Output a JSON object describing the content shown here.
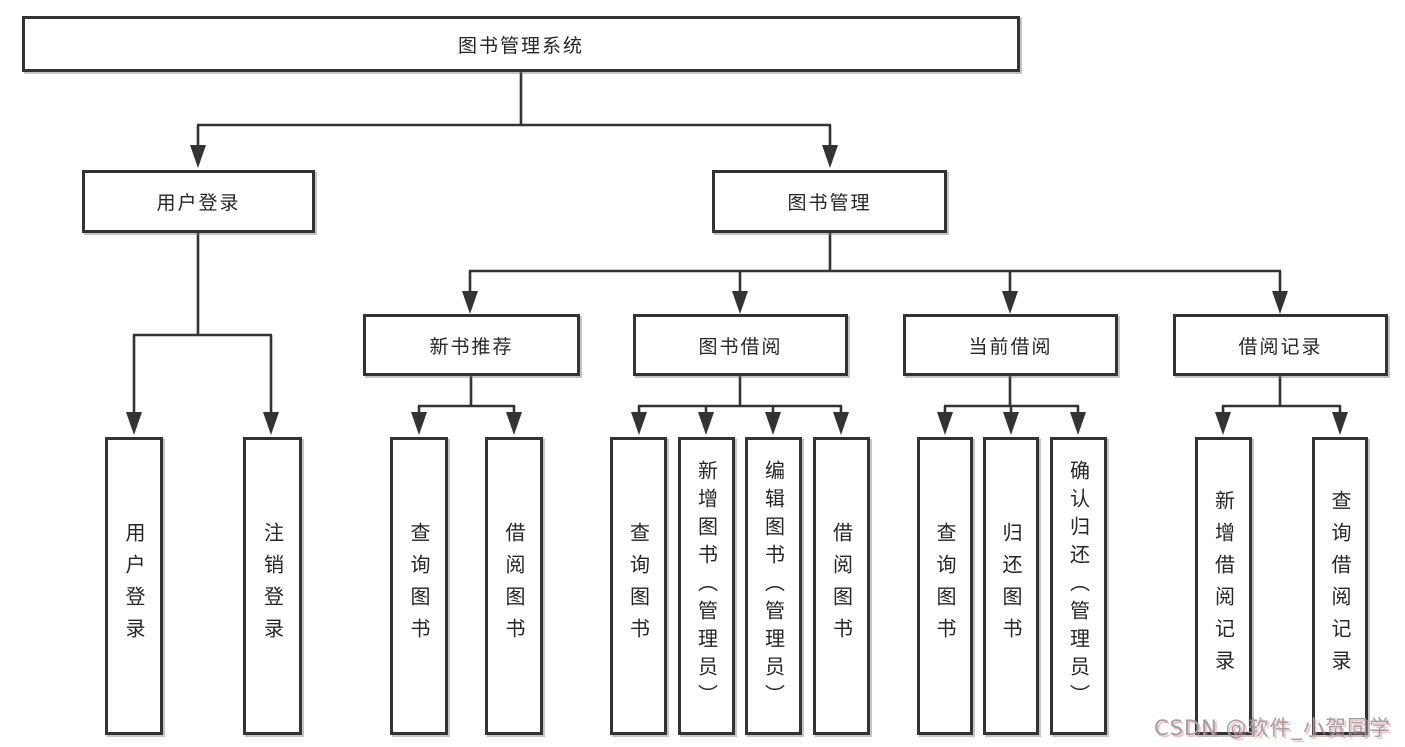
{
  "diagram": {
    "root": {
      "label": "图书管理系统"
    },
    "level2": [
      {
        "label": "用户登录",
        "children": [
          {
            "label": "用户登录"
          },
          {
            "label": "注销登录"
          }
        ]
      },
      {
        "label": "图书管理",
        "children": [
          {
            "label": "新书推荐",
            "children": [
              {
                "label": "查询图书"
              },
              {
                "label": "借阅图书"
              }
            ]
          },
          {
            "label": "图书借阅",
            "children": [
              {
                "label": "查询图书"
              },
              {
                "label": "新增图书（管理员）"
              },
              {
                "label": "编辑图书（管理员）"
              },
              {
                "label": "借阅图书"
              }
            ]
          },
          {
            "label": "当前借阅",
            "children": [
              {
                "label": "查询图书"
              },
              {
                "label": "归还图书"
              },
              {
                "label": "确认归还（管理员）"
              }
            ]
          },
          {
            "label": "借阅记录",
            "children": [
              {
                "label": "新增借阅记录"
              },
              {
                "label": "查询借阅记录"
              }
            ]
          }
        ]
      }
    ]
  },
  "watermark": {
    "text": "CSDN @软件_小贺同学"
  },
  "colors": {
    "line": "#333333",
    "box_border": "#333333",
    "box_fill": "#ffffff",
    "text": "#262626",
    "background": "#ffffff",
    "watermark": "#9b9ba2"
  }
}
